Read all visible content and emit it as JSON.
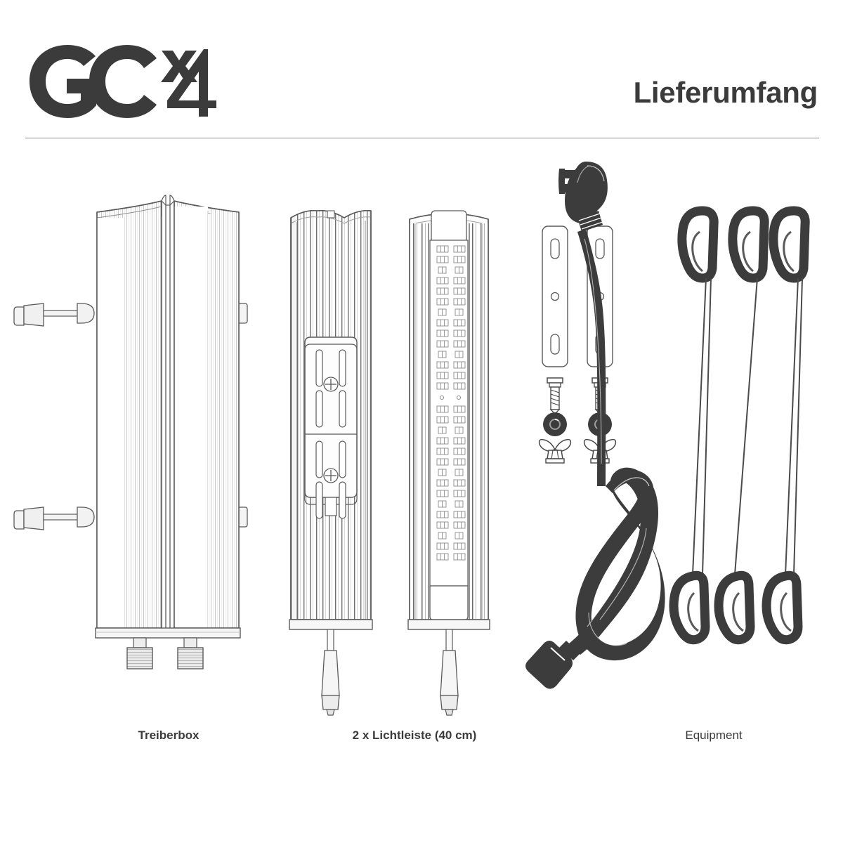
{
  "header": {
    "logo": {
      "name": "gcx4-logo",
      "text_primary": "GC",
      "text_superscript": "x",
      "text_number": "4",
      "full": "GCx4"
    },
    "title": "Lieferumfang"
  },
  "colors": {
    "ink": "#3b3b3b",
    "line": "#5a5a5a",
    "line_light": "#9a9a9a",
    "rule": "#8b8b8b",
    "fill_light": "#f2f2f2",
    "fill_mid": "#e3e3e3",
    "dark_part": "#3c3c3c",
    "background": "#ffffff"
  },
  "groups": [
    {
      "id": "driverbox",
      "caption": "Treiberbox",
      "parts": [
        {
          "name": "driver-box-housing",
          "count": 1
        },
        {
          "name": "driver-box-input-connector",
          "count": 2
        },
        {
          "name": "driver-box-side-tab",
          "count": 2
        },
        {
          "name": "driver-box-output-port",
          "count": 2
        }
      ]
    },
    {
      "id": "lightbars",
      "caption": "2 x Lichtleiste (40 cm)",
      "parts": [
        {
          "name": "light-bar-rear-view",
          "count": 1
        },
        {
          "name": "light-bar-front-view",
          "count": 1
        },
        {
          "name": "light-bar-mounting-bracket",
          "count": 2
        },
        {
          "name": "light-bar-bracket-screw",
          "count": 2
        },
        {
          "name": "light-bar-cable-connector",
          "count": 2
        }
      ]
    },
    {
      "id": "equipment",
      "caption": "Equipment",
      "parts": [
        {
          "name": "mounting-plate",
          "count": 2
        },
        {
          "name": "machine-screw",
          "count": 2
        },
        {
          "name": "washer",
          "count": 2
        },
        {
          "name": "wing-nut",
          "count": 2
        },
        {
          "name": "power-cable",
          "count": 1
        },
        {
          "name": "rope-hanger-carabiner-set",
          "count": 3
        }
      ]
    }
  ],
  "captions": {
    "driverbox": "Treiberbox",
    "lightbars": "2 x Lichtleiste (40 cm)",
    "equipment": "Equipment"
  }
}
